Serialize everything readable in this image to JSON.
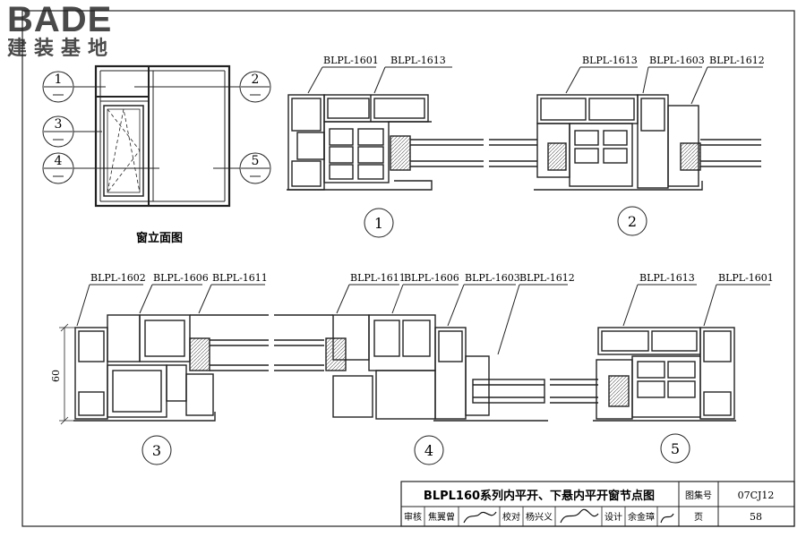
{
  "logo": {
    "word": "BADE",
    "subtitle": "建装基地"
  },
  "elevation": {
    "title": "窗立面图",
    "callouts": [
      "1",
      "2",
      "3",
      "4",
      "5"
    ]
  },
  "details": {
    "d1": {
      "number": "1",
      "labels": [
        "BLPL-1601",
        "BLPL-1613"
      ]
    },
    "d2": {
      "number": "2",
      "labels": [
        "BLPL-1613",
        "BLPL-1603",
        "BLPL-1612"
      ]
    },
    "d3": {
      "number": "3",
      "labels": [
        "BLPL-1602",
        "BLPL-1606",
        "BLPL-1611"
      ],
      "dimension": "60"
    },
    "d4": {
      "number": "4",
      "labels": [
        "BLPL-1611",
        "BLPL-1606",
        "BLPL-1603",
        "BLPL-1612"
      ]
    },
    "d5": {
      "number": "5",
      "labels": [
        "BLPL-1613",
        "BLPL-1601"
      ]
    }
  },
  "title_block": {
    "drawing_title": "BLPL160系列内平开、下悬内平开窗节点图",
    "atlas_label": "图集号",
    "atlas_no": "07CJ12",
    "review_label": "审核",
    "reviewer": "焦翼曾",
    "check_label": "校对",
    "checker": "杨兴义",
    "design_label": "设计",
    "designer": "余金璋",
    "page_label": "页",
    "page_no": "58"
  }
}
